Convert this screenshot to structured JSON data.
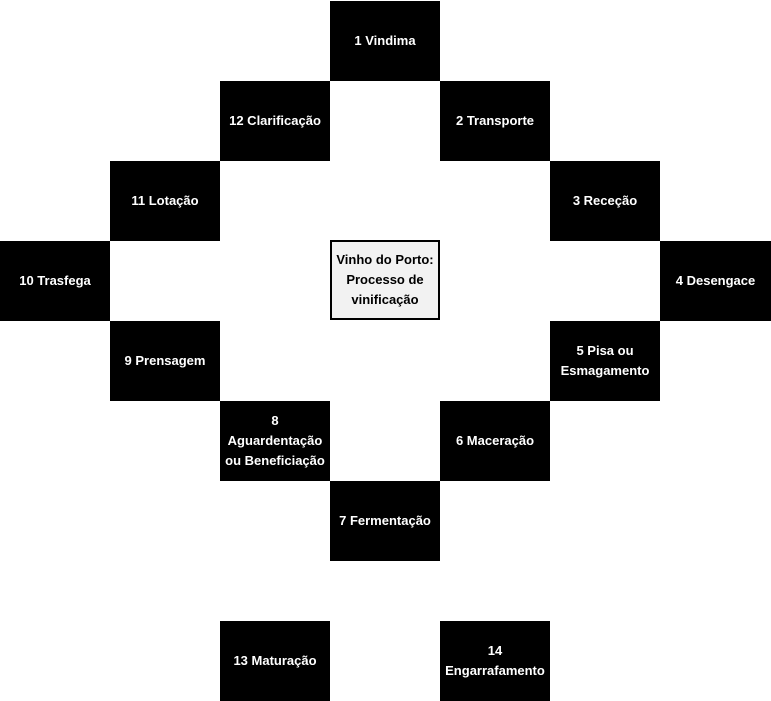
{
  "center": {
    "label": "Vinho do Porto: Processo de vinificação",
    "background": "#f2f2f2"
  },
  "box_color": "#000000",
  "text_color": "#ffffff",
  "steps": [
    {
      "label": "1 Vindima"
    },
    {
      "label": "2 Transporte"
    },
    {
      "label": "3 Receção"
    },
    {
      "label": "4 Desengace"
    },
    {
      "label": "5 Pisa ou Esmagamento"
    },
    {
      "label": "6 Maceração"
    },
    {
      "label": "7 Fermentação"
    },
    {
      "label": "8 Aguardentação ou Beneficiação"
    },
    {
      "label": "9 Prensagem"
    },
    {
      "label": "10 Trasfega"
    },
    {
      "label": "11 Lotação"
    },
    {
      "label": "12 Clarificação"
    },
    {
      "label": "13 Maturação"
    },
    {
      "label": "14 Engarrafamento"
    }
  ]
}
